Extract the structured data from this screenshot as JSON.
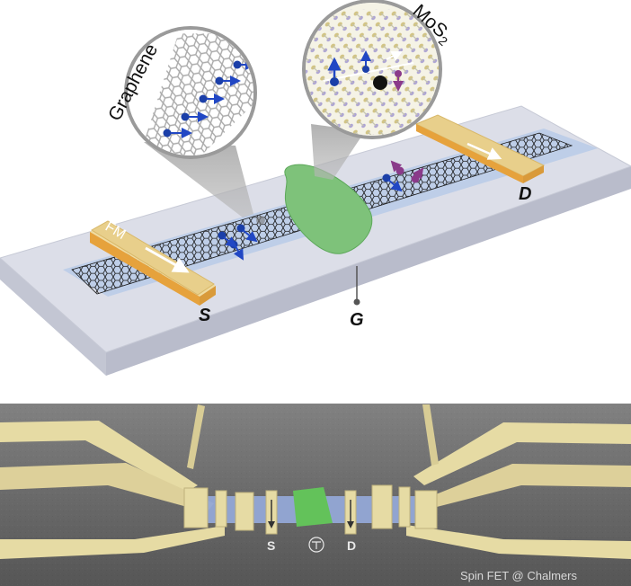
{
  "diagram": {
    "graphene_label": "Graphene",
    "mos2_main": "MoS",
    "mos2_sub": "2",
    "fm_label": "FM",
    "source_label": "S",
    "drain_label": "D",
    "gate_label": "G"
  },
  "micrograph": {
    "source_label": "S",
    "drain_label": "D",
    "credit": "Spin FET @ Chalmers"
  },
  "colors": {
    "substrate_top": "#dcdee8",
    "substrate_side": "#c6c9d6",
    "graphene_mesh": "#1c1c1c",
    "channel_tint": "#b9cbe7",
    "electrode": "#e8cf8b",
    "electrode_edge": "#e6a23c",
    "mos2_flake": "#7ec27a",
    "electron": "#1b3fa8",
    "spin_arrow": "#2147c4",
    "sem_background": "#6b6b6b",
    "sem_contact": "#e6dba4",
    "sem_channel": "#93a8d6",
    "sem_flake": "#63c25a"
  }
}
